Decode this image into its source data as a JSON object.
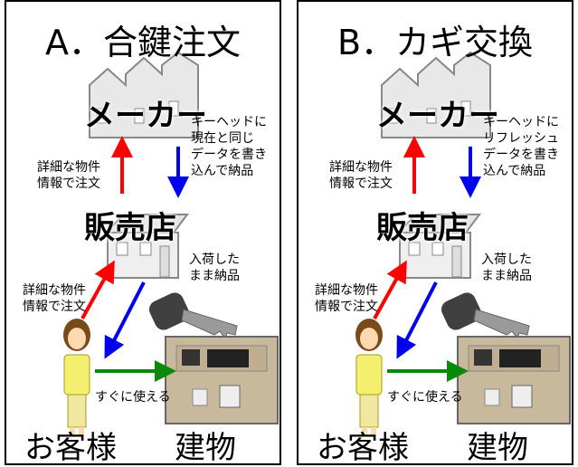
{
  "panels": [
    {
      "title": "A．合鍵注文",
      "maker": "メーカー",
      "shop": "販売店",
      "note_to_maker": "詳細な物件\n情報で注文",
      "note_from_maker": "キーヘッドに\n現在と同じ\nデータを書き\n込んで納品",
      "note_deliver": "入荷した\nまま納品",
      "note_customer_order": "詳細な物件\n情報で注文",
      "note_use": "すぐに使える",
      "customer": "お客様",
      "building": "建物"
    },
    {
      "title": "B．カギ交換",
      "maker": "メーカー",
      "shop": "販売店",
      "note_to_maker": "詳細な物件\n情報で注文",
      "note_from_maker": "キーヘッドに\nリフレッシュ\nデータを書き\n込んで納品",
      "note_deliver": "入荷した\nまま納品",
      "note_customer_order": "詳細な物件\n情報で注文",
      "note_use": "すぐに使える",
      "customer": "お客様",
      "building": "建物"
    }
  ],
  "colors": {
    "order_arrow": "#ff0000",
    "delivery_arrow": "#0000ee",
    "use_arrow": "#0a8a0a"
  }
}
